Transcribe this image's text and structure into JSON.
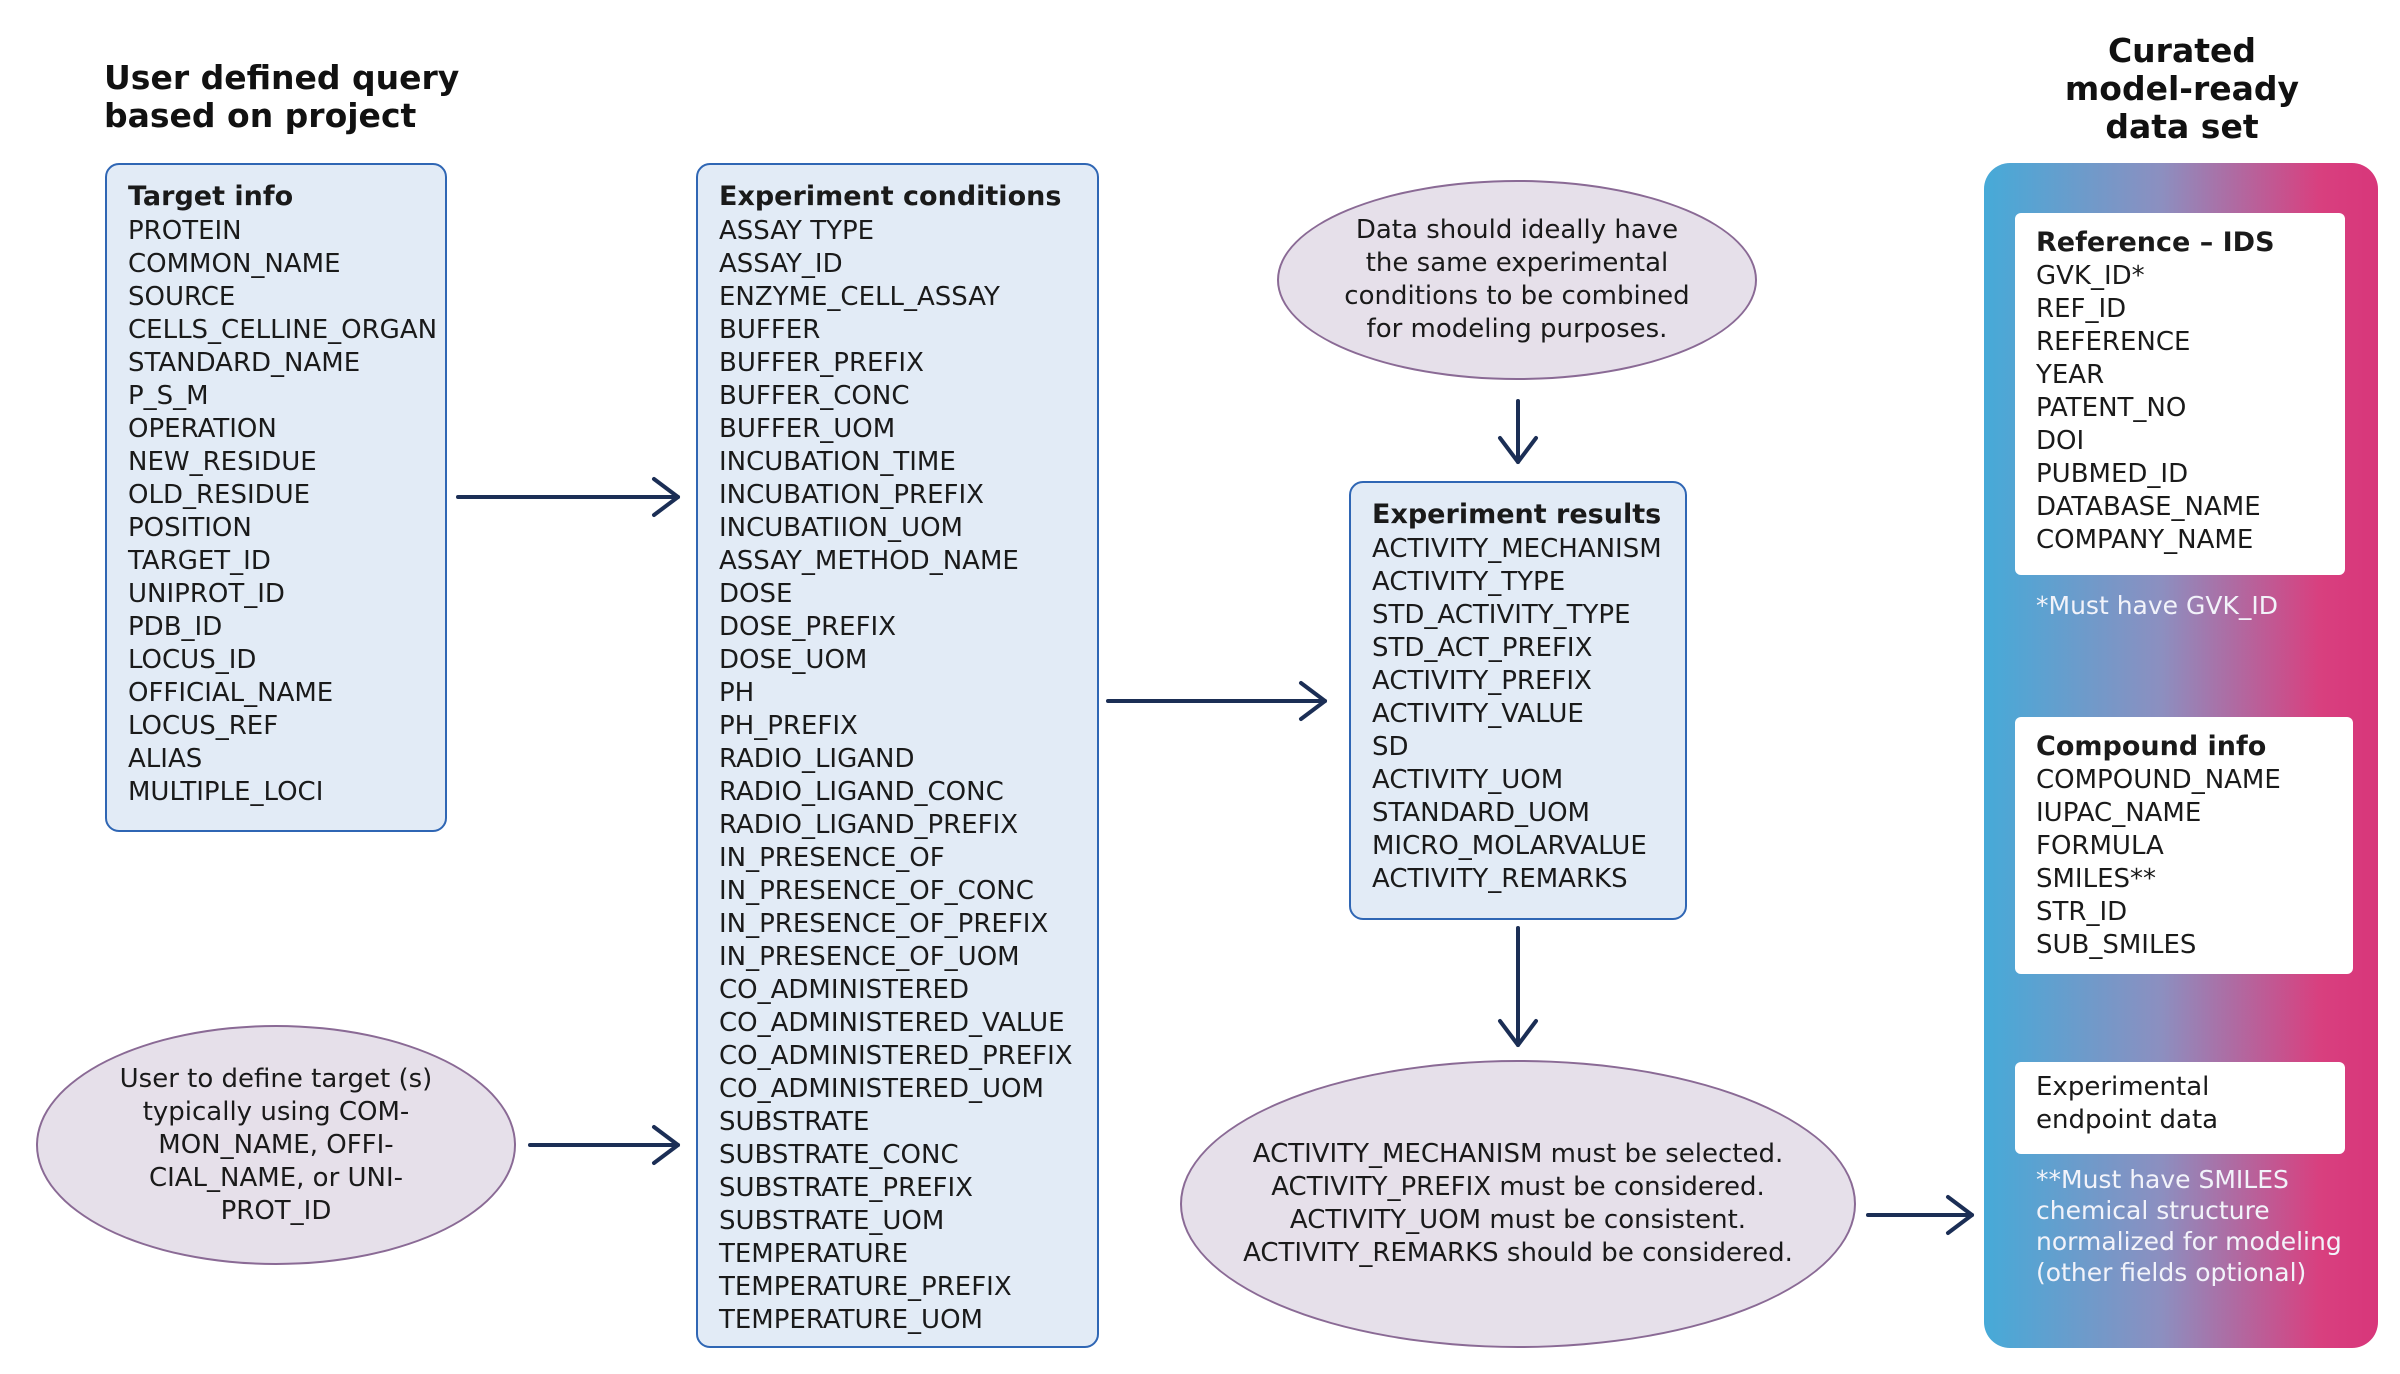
{
  "heading_left": "User defined query\nbased on project",
  "heading_right": "Curated\nmodel-ready\ndata set",
  "target_info": {
    "title": "Target info",
    "fields": [
      "PROTEIN",
      "COMMON_NAME",
      "SOURCE",
      "CELLS_CELLINE_ORGAN",
      "STANDARD_NAME",
      "P_S_M",
      "OPERATION",
      "NEW_RESIDUE",
      "OLD_RESIDUE",
      "POSITION",
      "TARGET_ID",
      "UNIPROT_ID",
      "PDB_ID",
      "LOCUS_ID",
      "OFFICIAL_NAME",
      "LOCUS_REF",
      "ALIAS",
      "MULTIPLE_LOCI"
    ]
  },
  "experiment_conditions": {
    "title": "Experiment conditions",
    "fields": [
      "ASSAY TYPE",
      "ASSAY_ID",
      "ENZYME_CELL_ASSAY",
      "BUFFER",
      "BUFFER_PREFIX",
      "BUFFER_CONC",
      "BUFFER_UOM",
      "INCUBATION_TIME",
      "INCUBATION_PREFIX",
      "INCUBATIION_UOM",
      "ASSAY_METHOD_NAME",
      "DOSE",
      "DOSE_PREFIX",
      "DOSE_UOM",
      "PH",
      "PH_PREFIX",
      "RADIO_LIGAND",
      "RADIO_LIGAND_CONC",
      "RADIO_LIGAND_PREFIX",
      "IN_PRESENCE_OF",
      "IN_PRESENCE_OF_CONC",
      "IN_PRESENCE_OF_PREFIX",
      "IN_PRESENCE_OF_UOM",
      "CO_ADMINISTERED",
      "CO_ADMINISTERED_VALUE",
      "CO_ADMINISTERED_PREFIX",
      "CO_ADMINISTERED_UOM",
      "SUBSTRATE",
      "SUBSTRATE_CONC",
      "SUBSTRATE_PREFIX",
      "SUBSTRATE_UOM",
      "TEMPERATURE",
      "TEMPERATURE_PREFIX",
      "TEMPERATURE_UOM"
    ]
  },
  "experiment_results": {
    "title": "Experiment results",
    "fields": [
      "ACTIVITY_MECHANISM",
      "ACTIVITY_TYPE",
      "STD_ACTIVITY_TYPE",
      "STD_ACT_PREFIX",
      "ACTIVITY_PREFIX",
      "ACTIVITY_VALUE",
      "SD",
      "ACTIVITY_UOM",
      "STANDARD_UOM",
      "MICRO_MOLARVALUE",
      "ACTIVITY_REMARKS"
    ]
  },
  "ellipse_user_target": "User to define target (s)\ntypically using COM-\nMON_NAME, OFFI-\nCIAL_NAME, or UNI-\nPROT_ID",
  "ellipse_same_conditions": "Data should ideally have\nthe same experimental\nconditions to be combined\nfor modeling purposes.",
  "ellipse_activity_rules": "ACTIVITY_MECHANISM must be selected.\nACTIVITY_PREFIX must be considered.\nACTIVITY_UOM must be consistent.\nACTIVITY_REMARKS should be considered.",
  "reference_ids": {
    "title": "Reference – IDS",
    "fields": [
      "GVK_ID*",
      "REF_ID",
      "REFERENCE",
      "YEAR",
      "PATENT_NO",
      "DOI",
      "PUBMED_ID",
      "DATABASE_NAME",
      "COMPANY_NAME"
    ]
  },
  "reference_note": "*Must have GVK_ID",
  "compound_info": {
    "title": "Compound info",
    "fields": [
      "COMPOUND_NAME",
      "IUPAC_NAME",
      "FORMULA",
      "SMILES**",
      "STR_ID",
      "SUB_SMILES"
    ]
  },
  "endpoint_card": "Experimental\nendpoint data",
  "smiles_note": "**Must have SMILES\nchemical structure\nnormalized for modeling\n(other fields optional)",
  "colors": {
    "box_fill": "#e2ebf6",
    "box_border": "#2f66b4",
    "ellipse_fill": "#e6e0ea",
    "ellipse_border": "#8a6a95",
    "arrow": "#1b2e55",
    "gradient_left": "#46aad8",
    "gradient_right": "#d8367a"
  }
}
